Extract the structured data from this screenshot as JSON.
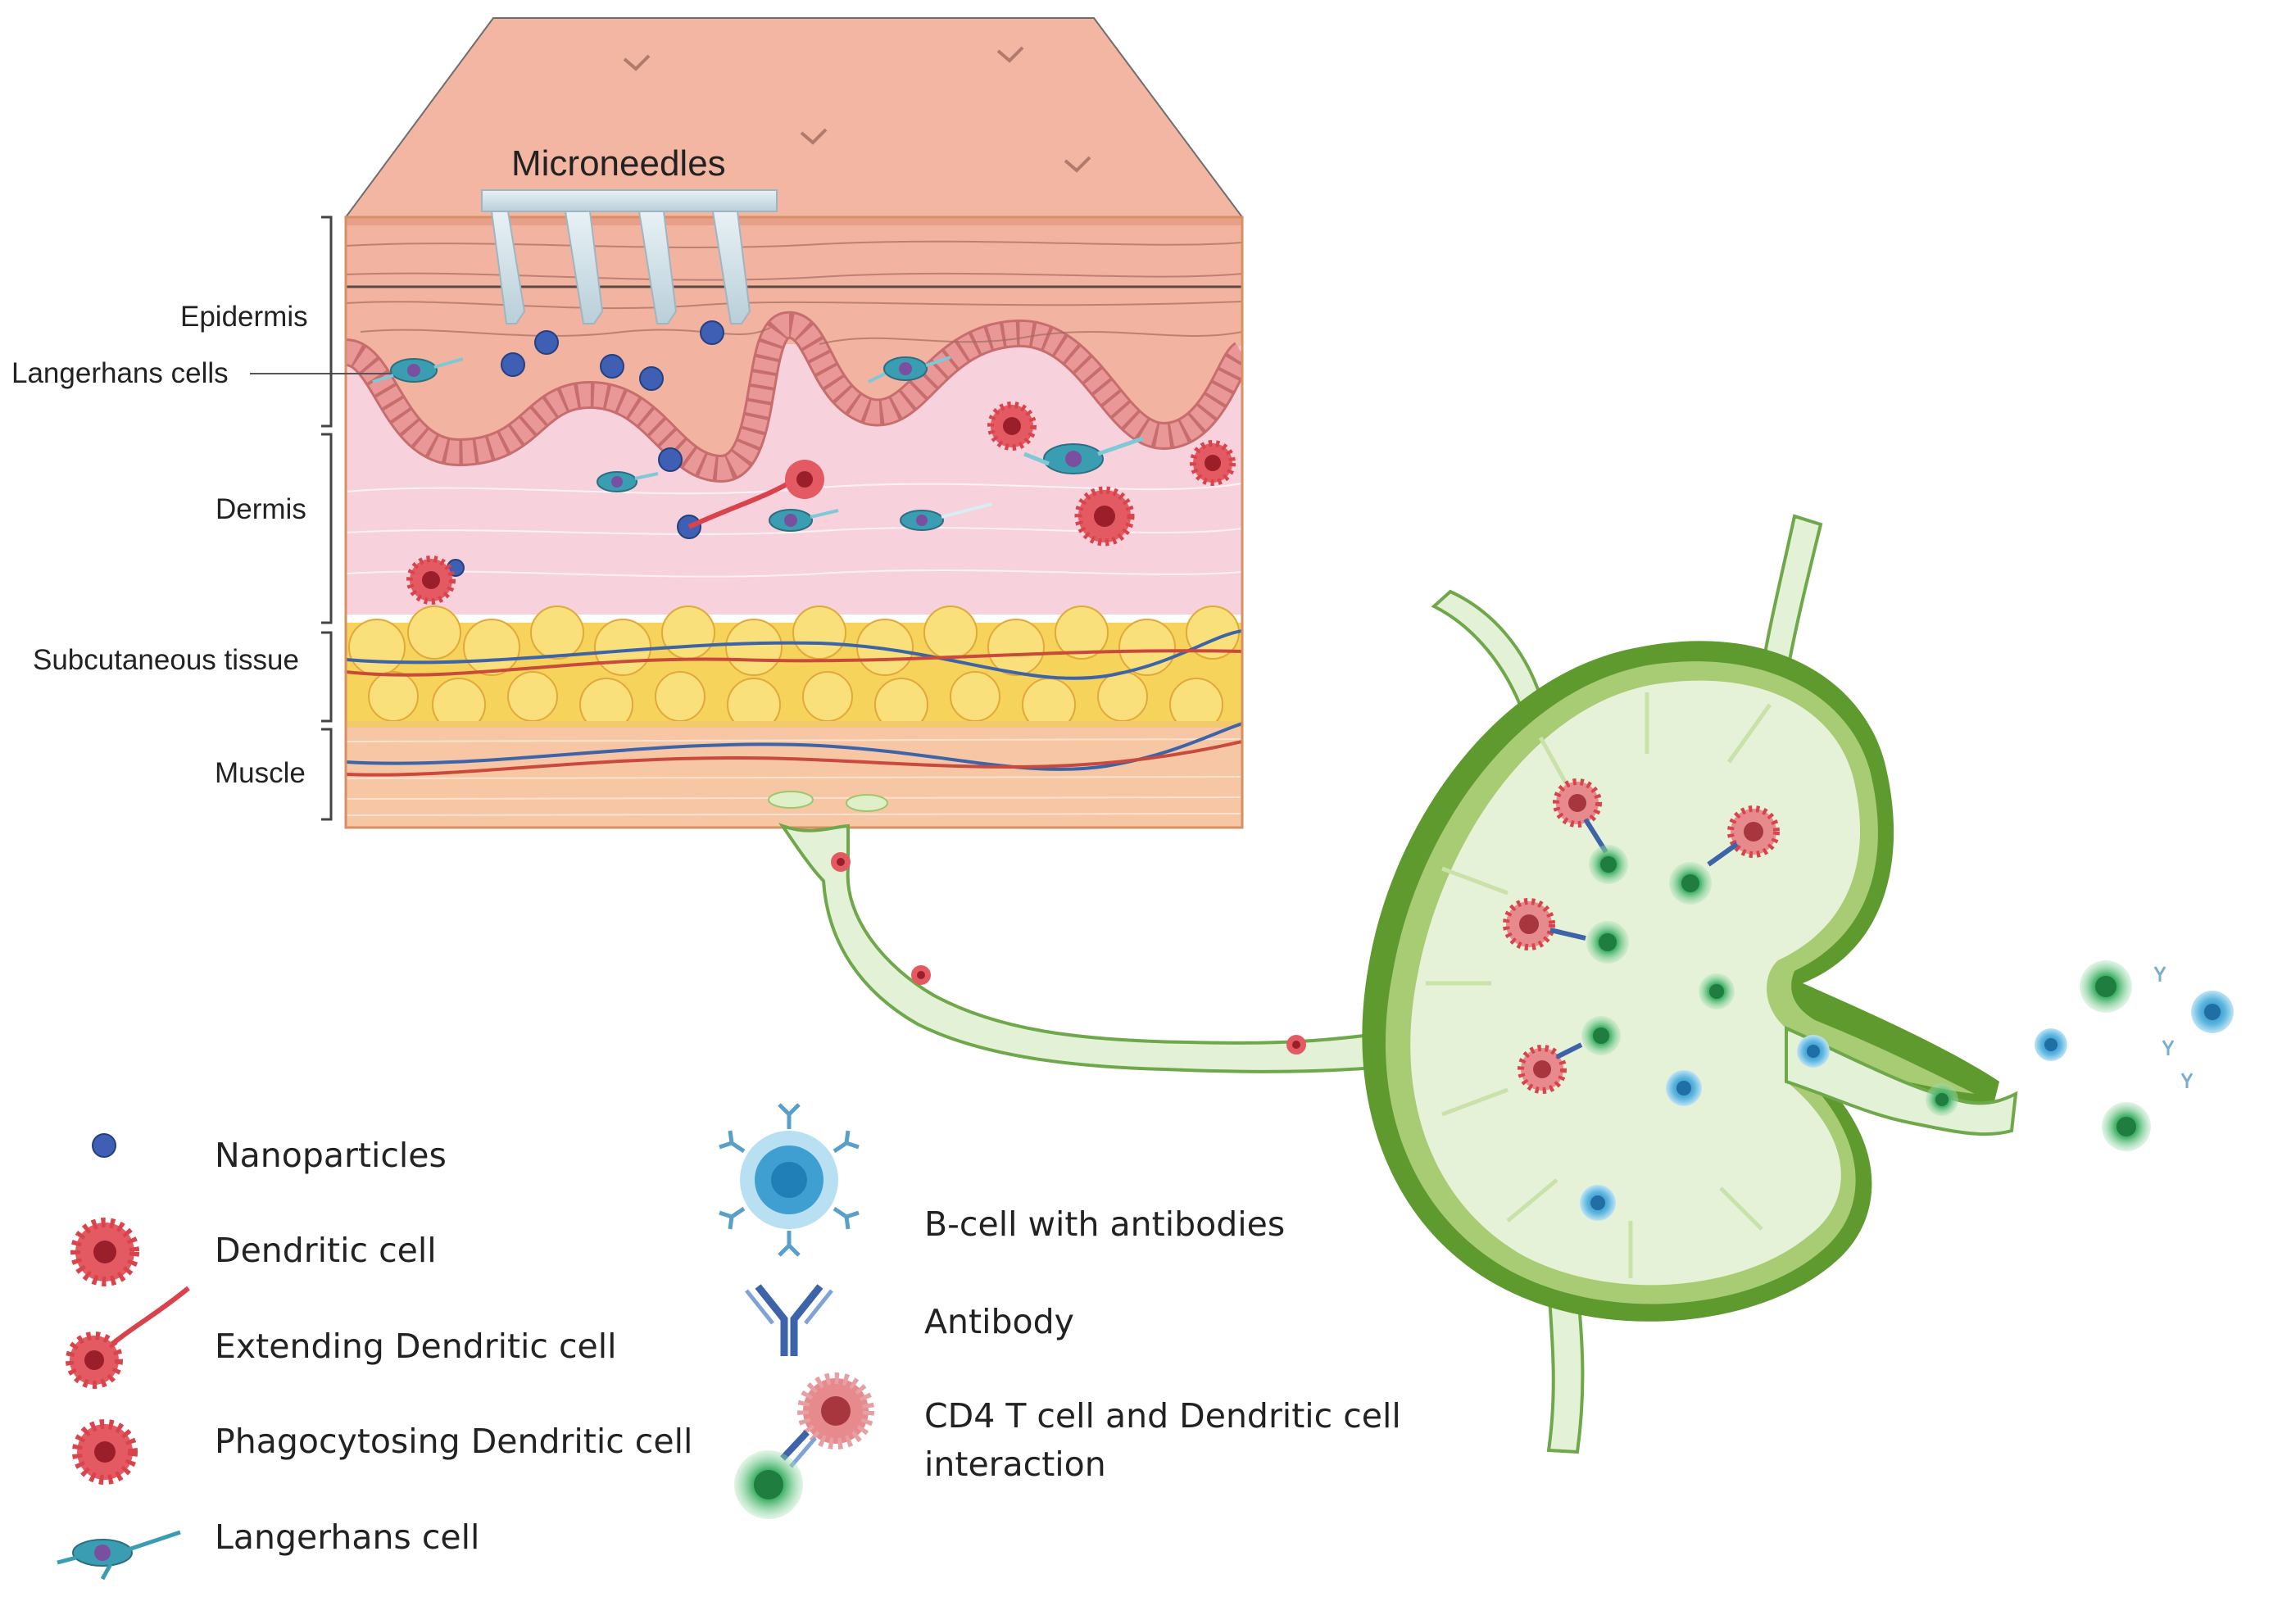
{
  "diagram": {
    "microneedles_label": "Microneedles",
    "layers": {
      "epidermis": "Epidermis",
      "langerhans": "Langerhans cells",
      "dermis": "Dermis",
      "subcutaneous": "Subcutaneous tissue",
      "muscle": "Muscle"
    },
    "legend": {
      "nanoparticles": "Nanoparticles",
      "dendritic": "Dendritic cell",
      "extending": "Extending Dendritic cell",
      "phagocytosing": "Phagocytosing Dendritic cell",
      "langerhans": "Langerhans cell",
      "bcell": "B-cell with antibodies",
      "antibody": "Antibody",
      "cd4_line1": "CD4 T cell and  Dendritic cell",
      "cd4_line2": "interaction"
    }
  },
  "colors": {
    "skin": "#f3b7a4",
    "dermis": "#f7d3de",
    "fat": "#f6d45a",
    "muscle": "#f7c8a6",
    "node_outer": "#5f9a2e",
    "node_inner": "#e6f2d8",
    "dendritic": "#d9434b",
    "bcell": "#3f9fd1",
    "tcell": "#2e9a58",
    "nanoparticle": "#3e5fb4",
    "langerhans": "#3a9db2"
  }
}
